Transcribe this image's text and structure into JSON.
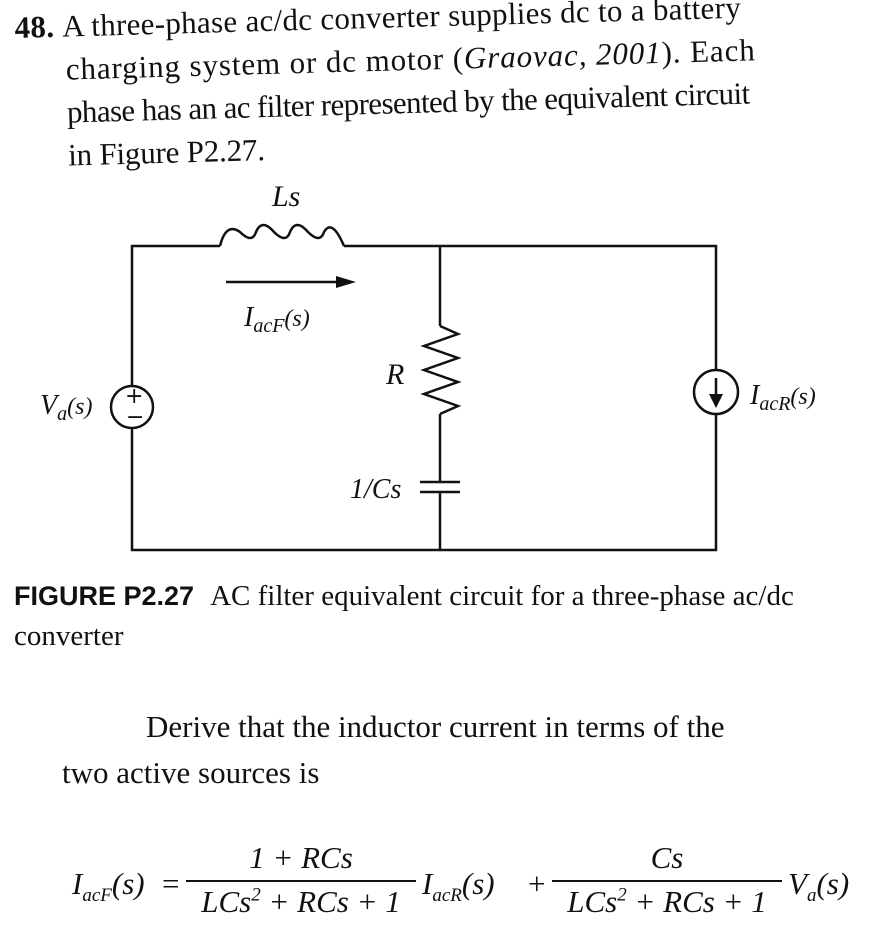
{
  "problem": {
    "number": "48.",
    "line1": "A three-phase ac/dc converter supplies dc to a battery",
    "line2_pre": "charging system or dc motor (",
    "line2_cite": "Graovac, 2001",
    "line2_post": "). Each",
    "line3": "phase has an ac filter represented by the equivalent circuit",
    "line4": "in Figure P2.27."
  },
  "circuit": {
    "inductor_label": "Ls",
    "current_label_main": "I",
    "current_label_sub": "acF",
    "current_label_arg": "(s)",
    "resistor_label": "R",
    "capacitor_label": "1/Cs",
    "voltage_source_label_main": "V",
    "voltage_source_label_sub": "a",
    "voltage_source_label_arg": "(s)",
    "voltage_plus": "+",
    "voltage_minus": "−",
    "current_source_label_main": "I",
    "current_source_label_sub": "acR",
    "current_source_label_arg": "(s)"
  },
  "caption": {
    "label": "FIGURE P2.27",
    "text": "AC filter equivalent circuit for a three-phase ac/dc converter"
  },
  "derive": {
    "line1": "Derive that the inductor current in terms of the",
    "line2": "two active sources is"
  },
  "equation": {
    "lhs": "I",
    "lhs_sub": "acF",
    "lhs_arg": "(s)",
    "equals": "=",
    "num1": "1 + RCs",
    "den1_a": "LCs",
    "den1_b": "2",
    "den1_c": " + RCs + 1",
    "mid": "I",
    "mid_sub": "acR",
    "mid_arg": "(s)",
    "plus": "+",
    "num2": "Cs",
    "den2_a": "LCs",
    "den2_b": "2",
    "den2_c": " + RCs + 1",
    "tail": "V",
    "tail_sub": "a",
    "tail_arg": "(s)"
  }
}
